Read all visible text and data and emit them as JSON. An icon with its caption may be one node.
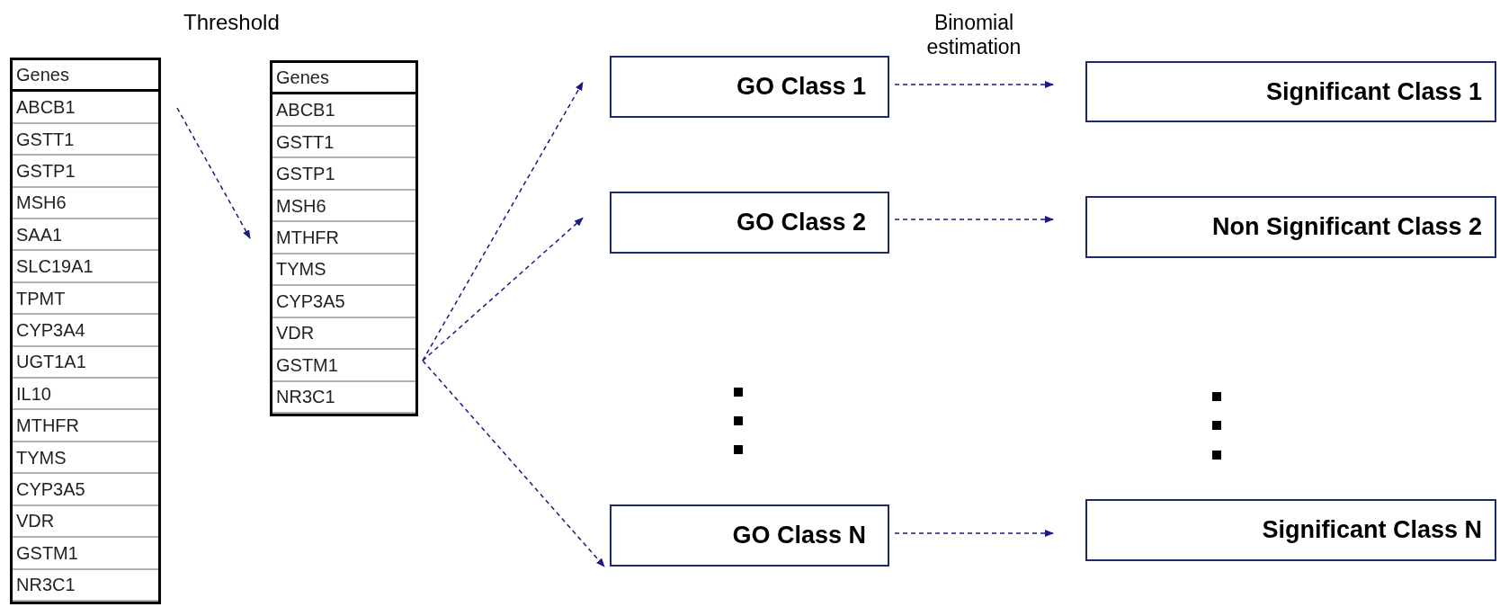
{
  "diagram": {
    "nodes": [
      {
        "text": [
          "Genes",
          "ABCB1",
          "GSTT1",
          "GSTP1",
          "MSH6",
          "SAA1",
          "SLC19A1",
          "TPMT",
          "CYP3A4",
          "UGT1A1",
          "IL10",
          "MTHFR",
          "TYMS",
          "CYP3A5",
          "VDR",
          "GSTM1",
          "NR3C1"
        ]
      },
      {
        "text": [
          "Genes",
          "ABCB1",
          "GSTT1",
          "GSTP1",
          "MSH6",
          "MTHFR",
          "TYMS",
          "CYP3A5",
          "VDR",
          "GSTM1",
          "NR3C1"
        ]
      },
      {
        "text": [
          "GO Class 1"
        ]
      },
      {
        "text": [
          "GO Class 2"
        ]
      },
      {
        "text": [
          "GO Class N"
        ]
      },
      {
        "text": [
          "Significant Class 1"
        ]
      },
      {
        "text": [
          "Non Significant Class 2"
        ]
      },
      {
        "text": [
          "Significant Class N"
        ]
      }
    ],
    "edges": [
      {
        "from": 0,
        "to": 1,
        "arrow": "to",
        "style": "dashed"
      },
      {
        "from": 1,
        "to": 2,
        "arrow": "to",
        "style": "dashed"
      },
      {
        "from": 1,
        "to": 3,
        "arrow": "to",
        "style": "dashed"
      },
      {
        "from": 1,
        "to": 4,
        "arrow": "to",
        "style": "dashed"
      },
      {
        "from": 2,
        "to": 5,
        "arrow": "to",
        "style": "dashed",
        "label": "Binomial estimation"
      },
      {
        "from": 3,
        "to": 6,
        "arrow": "to",
        "style": "dashed"
      },
      {
        "from": 4,
        "to": 7,
        "arrow": "to",
        "style": "dashed"
      }
    ],
    "labels": [
      "Threshold"
    ]
  }
}
